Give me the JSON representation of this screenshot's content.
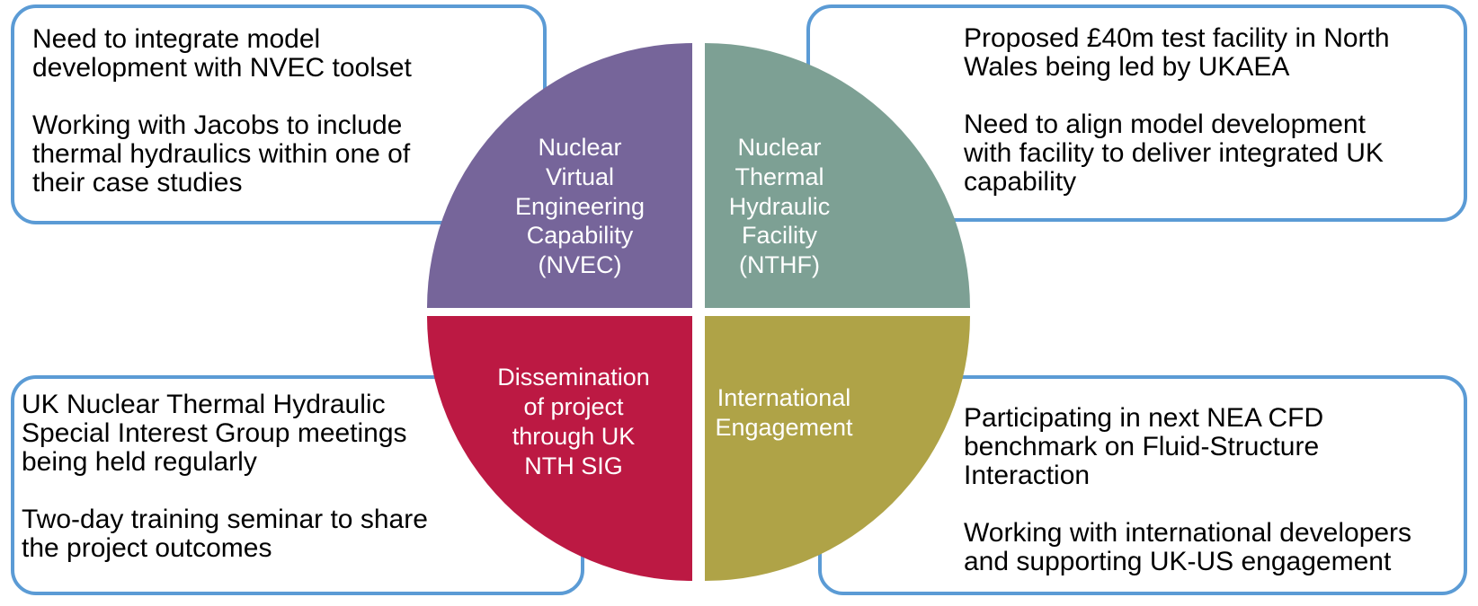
{
  "diagram": {
    "colors": {
      "callout_border": "#5B9BD5",
      "background": "#FFFFFF",
      "quadrant_text": "#FFFFFF",
      "callout_text": "#000000",
      "nvec_purple": "#76659A",
      "nthf_teal": "#7DA094",
      "dissemination_red": "#BC1943",
      "international_olive": "#AFA347"
    },
    "quadrants": {
      "nvec": {
        "label": "Nuclear\nVirtual\nEngineering\nCapability\n(NVEC)"
      },
      "nthf": {
        "label": "Nuclear\nThermal\nHydraulic\nFacility\n(NTHF)"
      },
      "dissemination": {
        "label": "Dissemination\nof project\nthrough UK\nNTH SIG"
      },
      "international": {
        "label": "International\nEngagement"
      }
    },
    "callouts": {
      "nvec_notes": {
        "paragraphs": [
          "Need to integrate model\ndevelopment with NVEC toolset",
          "Working with Jacobs to include\nthermal hydraulics within one of\ntheir case studies"
        ]
      },
      "nthf_notes": {
        "paragraphs": [
          "Proposed £40m test facility in North\nWales being led by UKAEA",
          "Need to align model development\nwith facility to deliver integrated UK\ncapability"
        ]
      },
      "dissemination_notes": {
        "paragraphs": [
          "UK Nuclear Thermal Hydraulic\nSpecial Interest Group meetings\nbeing held regularly",
          "Two-day training seminar to share\nthe project outcomes"
        ]
      },
      "international_notes": {
        "paragraphs": [
          "Participating in next NEA CFD\nbenchmark on Fluid-Structure\nInteraction",
          "Working with international developers\nand supporting UK-US engagement"
        ]
      }
    }
  }
}
